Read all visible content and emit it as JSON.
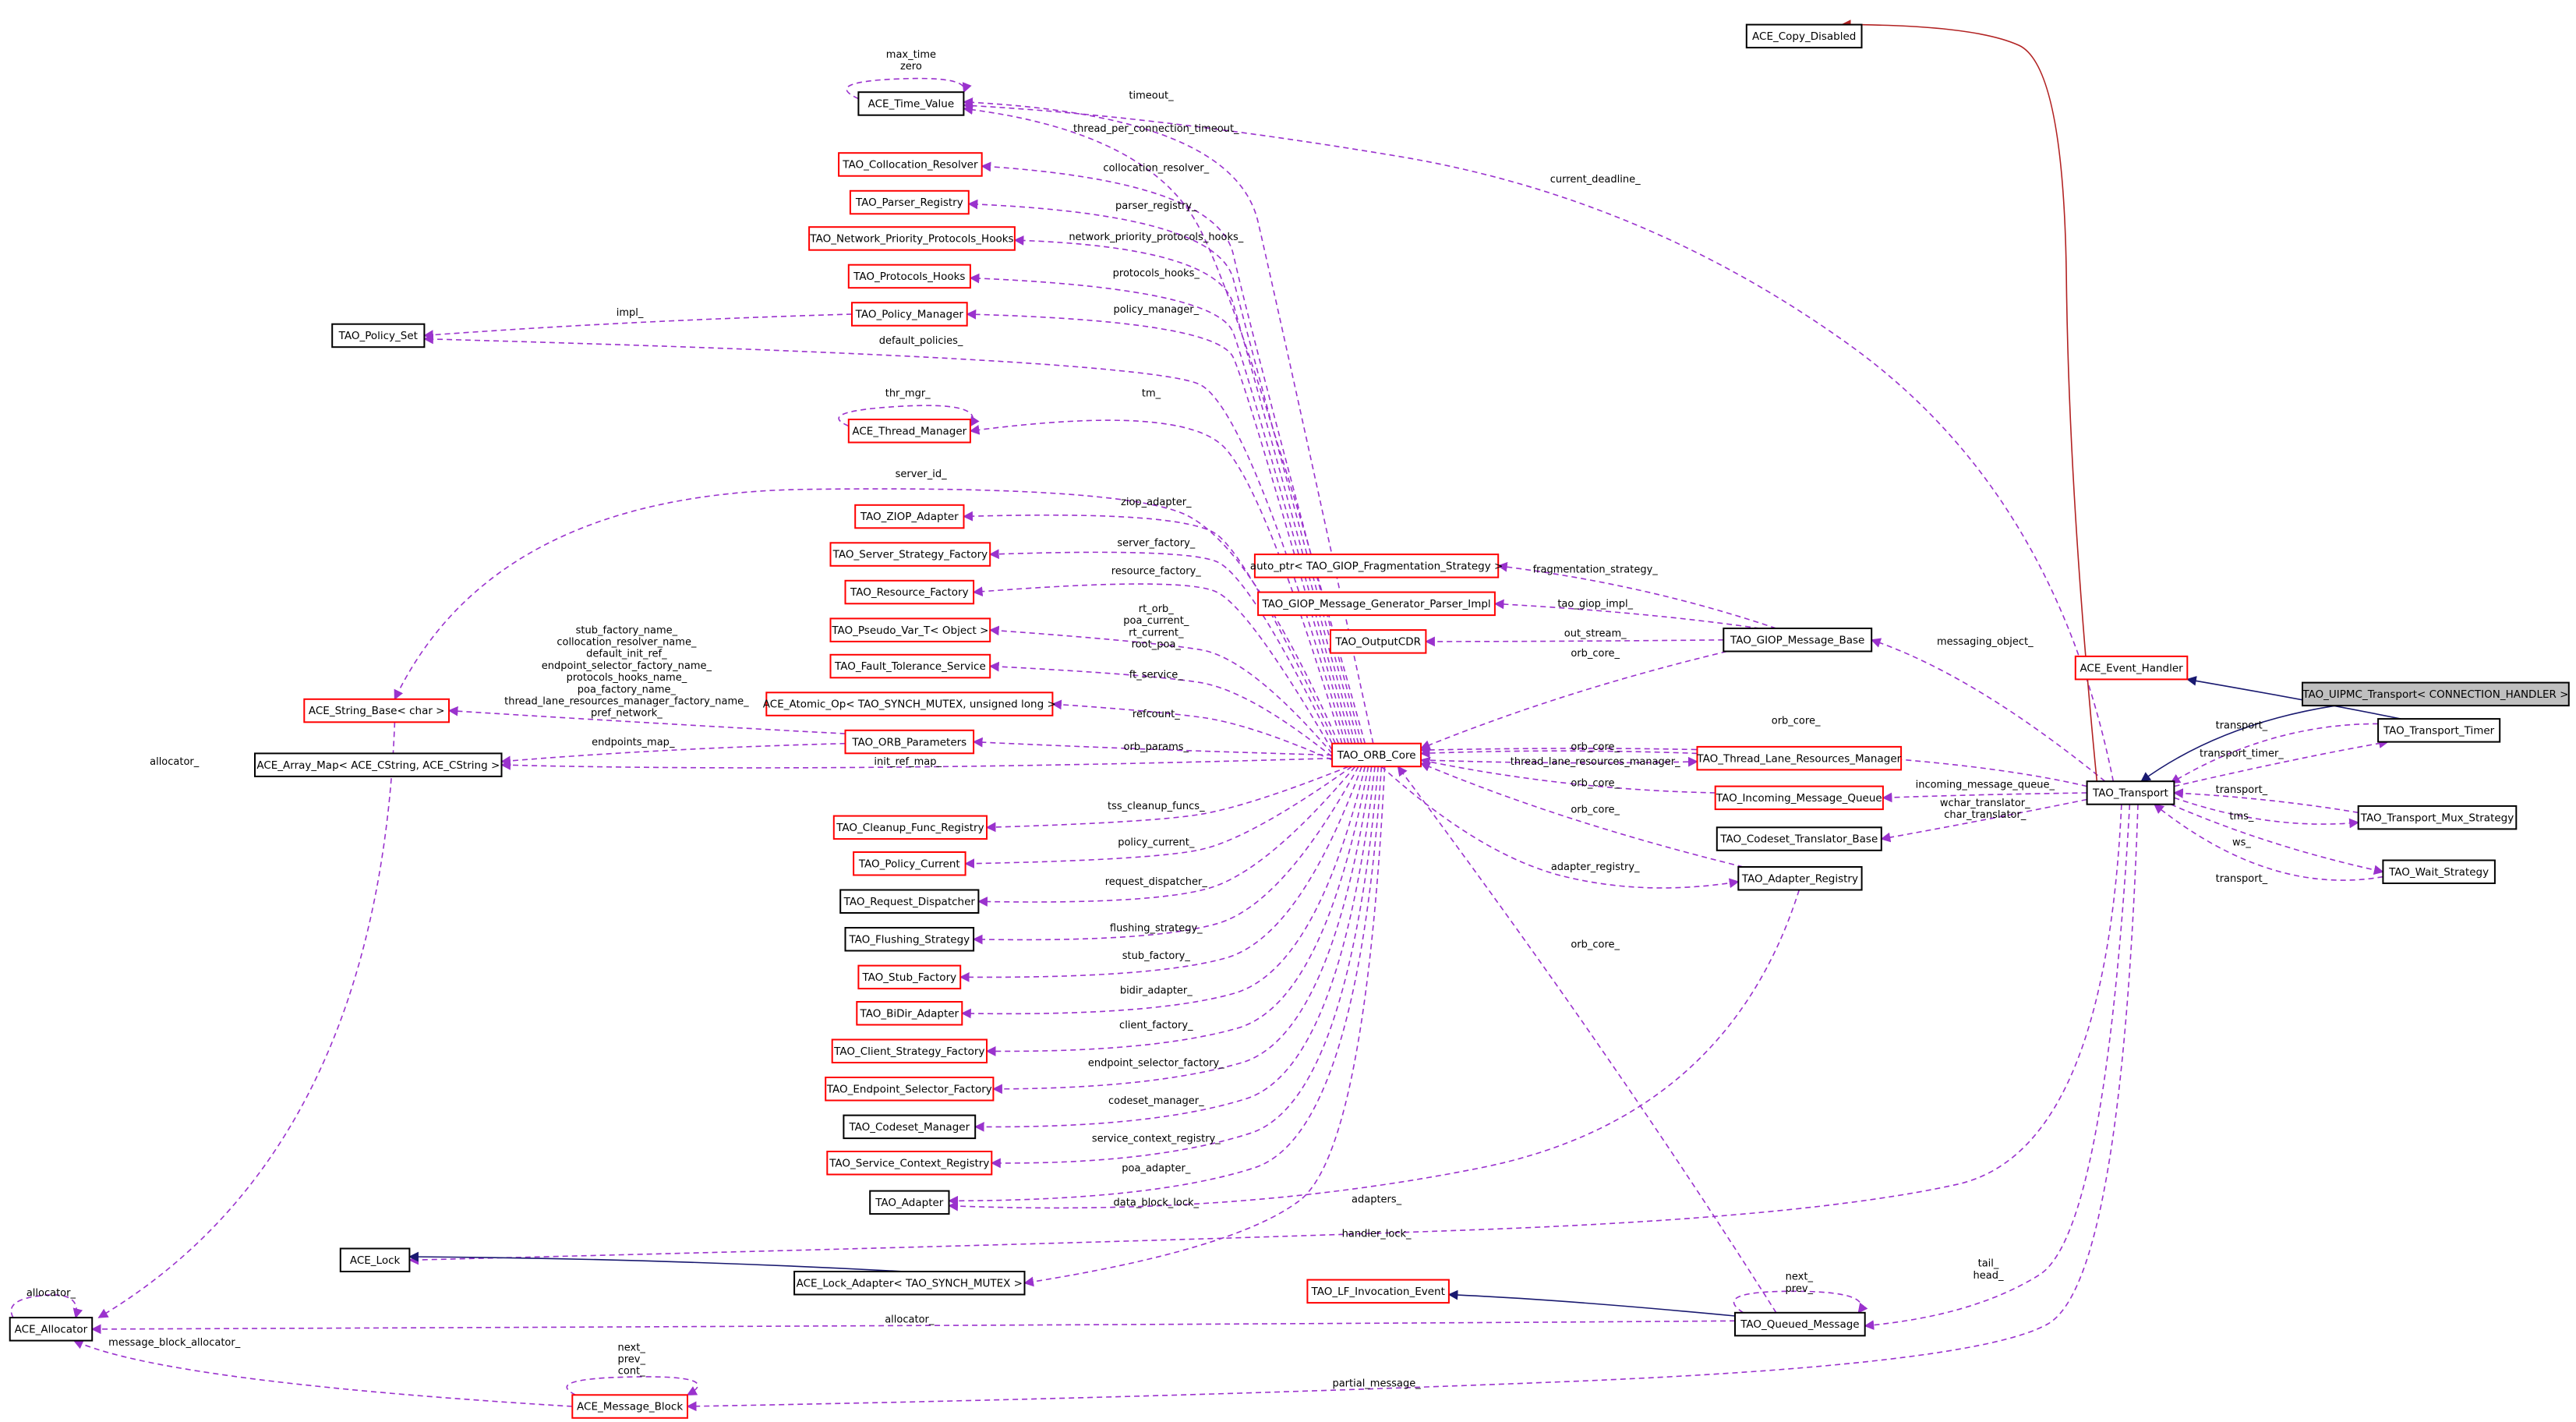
{
  "colors": {
    "usage_edge": "#9a32cd",
    "inherit_edge": "#191970",
    "copy_edge": "#b22222",
    "node_border_red": "#ff0000",
    "node_border_black": "#000000",
    "node_fill": "#ffffff",
    "highlight_fill": "#bfbfbf"
  },
  "nodes": [
    {
      "id": "ace_copy_disabled",
      "label": "ACE_Copy_Disabled",
      "border": "black"
    },
    {
      "id": "ace_time_value",
      "label": "ACE_Time_Value",
      "border": "black"
    },
    {
      "id": "tao_collocation_resolver",
      "label": "TAO_Collocation_Resolver",
      "border": "red"
    },
    {
      "id": "tao_parser_registry",
      "label": "TAO_Parser_Registry",
      "border": "red"
    },
    {
      "id": "tao_network_priority",
      "label": "TAO_Network_Priority_Protocols_Hooks",
      "border": "red"
    },
    {
      "id": "tao_protocols_hooks",
      "label": "TAO_Protocols_Hooks",
      "border": "red"
    },
    {
      "id": "tao_policy_manager",
      "label": "TAO_Policy_Manager",
      "border": "red"
    },
    {
      "id": "tao_policy_set",
      "label": "TAO_Policy_Set",
      "border": "black"
    },
    {
      "id": "ace_thread_manager",
      "label": "ACE_Thread_Manager",
      "border": "red"
    },
    {
      "id": "tao_ziop_adapter",
      "label": "TAO_ZIOP_Adapter",
      "border": "red"
    },
    {
      "id": "tao_server_strategy_factory",
      "label": "TAO_Server_Strategy_Factory",
      "border": "red"
    },
    {
      "id": "tao_resource_factory",
      "label": "TAO_Resource_Factory",
      "border": "red"
    },
    {
      "id": "tao_pseudo_var",
      "label": "TAO_Pseudo_Var_T< Object >",
      "border": "red"
    },
    {
      "id": "tao_fault_tolerance",
      "label": "TAO_Fault_Tolerance_Service",
      "border": "red"
    },
    {
      "id": "ace_atomic_op",
      "label": "ACE_Atomic_Op< TAO_SYNCH_MUTEX, unsigned long >",
      "border": "red"
    },
    {
      "id": "ace_string_base",
      "label": "ACE_String_Base< char >",
      "border": "red"
    },
    {
      "id": "tao_orb_parameters",
      "label": "TAO_ORB_Parameters",
      "border": "red"
    },
    {
      "id": "ace_array_map",
      "label": "ACE_Array_Map< ACE_CString, ACE_CString >",
      "border": "black"
    },
    {
      "id": "tao_cleanup_func_registry",
      "label": "TAO_Cleanup_Func_Registry",
      "border": "red"
    },
    {
      "id": "tao_policy_current",
      "label": "TAO_Policy_Current",
      "border": "red"
    },
    {
      "id": "tao_request_dispatcher",
      "label": "TAO_Request_Dispatcher",
      "border": "black"
    },
    {
      "id": "tao_flushing_strategy",
      "label": "TAO_Flushing_Strategy",
      "border": "black"
    },
    {
      "id": "tao_stub_factory",
      "label": "TAO_Stub_Factory",
      "border": "red"
    },
    {
      "id": "tao_bidir_adapter",
      "label": "TAO_BiDir_Adapter",
      "border": "red"
    },
    {
      "id": "tao_client_strategy_factory",
      "label": "TAO_Client_Strategy_Factory",
      "border": "red"
    },
    {
      "id": "tao_endpoint_selector_factory",
      "label": "TAO_Endpoint_Selector_Factory",
      "border": "red"
    },
    {
      "id": "tao_codeset_manager",
      "label": "TAO_Codeset_Manager",
      "border": "black"
    },
    {
      "id": "tao_service_context_registry",
      "label": "TAO_Service_Context_Registry",
      "border": "red"
    },
    {
      "id": "tao_adapter",
      "label": "TAO_Adapter",
      "border": "black"
    },
    {
      "id": "ace_lock",
      "label": "ACE_Lock",
      "border": "black"
    },
    {
      "id": "ace_lock_adapter",
      "label": "ACE_Lock_Adapter< TAO_SYNCH_MUTEX >",
      "border": "black"
    },
    {
      "id": "ace_allocator",
      "label": "ACE_Allocator",
      "border": "black"
    },
    {
      "id": "ace_message_block",
      "label": "ACE_Message_Block",
      "border": "red"
    },
    {
      "id": "auto_ptr_frag",
      "label": "auto_ptr< TAO_GIOP_Fragmentation_Strategy >",
      "border": "red"
    },
    {
      "id": "tao_giop_msg_gen",
      "label": "TAO_GIOP_Message_Generator_Parser_Impl",
      "border": "red"
    },
    {
      "id": "tao_outputcdr",
      "label": "TAO_OutputCDR",
      "border": "red"
    },
    {
      "id": "tao_orb_core",
      "label": "TAO_ORB_Core",
      "border": "red"
    },
    {
      "id": "tao_giop_message_base",
      "label": "TAO_GIOP_Message_Base",
      "border": "black"
    },
    {
      "id": "tao_thread_lane",
      "label": "TAO_Thread_Lane_Resources_Manager",
      "border": "red"
    },
    {
      "id": "tao_incoming_queue",
      "label": "TAO_Incoming_Message_Queue",
      "border": "red"
    },
    {
      "id": "tao_codeset_translator",
      "label": "TAO_Codeset_Translator_Base",
      "border": "black"
    },
    {
      "id": "tao_adapter_registry",
      "label": "TAO_Adapter_Registry",
      "border": "black"
    },
    {
      "id": "tao_lf_invocation_event",
      "label": "TAO_LF_Invocation_Event",
      "border": "red"
    },
    {
      "id": "tao_queued_message",
      "label": "TAO_Queued_Message",
      "border": "black"
    },
    {
      "id": "ace_event_handler",
      "label": "ACE_Event_Handler",
      "border": "red"
    },
    {
      "id": "tao_uipmc_transport",
      "label": "TAO_UIPMC_Transport< CONNECTION_HANDLER >",
      "border": "black",
      "highlight": true
    },
    {
      "id": "tao_transport_timer",
      "label": "TAO_Transport_Timer",
      "border": "black"
    },
    {
      "id": "tao_transport",
      "label": "TAO_Transport",
      "border": "black"
    },
    {
      "id": "tao_transport_mux_strategy",
      "label": "TAO_Transport_Mux_Strategy",
      "border": "black"
    },
    {
      "id": "tao_wait_strategy",
      "label": "TAO_Wait_Strategy",
      "border": "black"
    }
  ],
  "edge_labels": [
    "max_time\nzero",
    "timeout_",
    "thread_per_connection_timeout_",
    "collocation_resolver_",
    "parser_registry_",
    "network_priority_protocols_hooks_",
    "protocols_hooks_",
    "policy_manager_",
    "impl_",
    "default_policies_",
    "thr_mgr_",
    "tm_",
    "server_id_",
    "ziop_adapter_",
    "server_factory_",
    "resource_factory_",
    "rt_orb_\npoa_current_\nrt_current_\nroot_poa_",
    "ft_service_",
    "refcount_",
    "stub_factory_name_\ncollocation_resolver_name_\ndefault_init_ref_\nendpoint_selector_factory_name_\nprotocols_hooks_name_\npoa_factory_name_\nthread_lane_resources_manager_factory_name_\npref_network_",
    "endpoints_map_",
    "orb_params_",
    "init_ref_map_",
    "tss_cleanup_funcs_",
    "policy_current_",
    "request_dispatcher_",
    "flushing_strategy_",
    "stub_factory_",
    "bidir_adapter_",
    "client_factory_",
    "endpoint_selector_factory_",
    "codeset_manager_",
    "service_context_registry_",
    "poa_adapter_",
    "data_block_lock_",
    "adapters_",
    "handler_lock_",
    "allocator_",
    "allocator_",
    "allocator_",
    "message_block_allocator_",
    "next_\nprev_\ncont_",
    "partial_message_",
    "current_deadline_",
    "fragmentation_strategy_",
    "tao_giop_impl_",
    "out_stream_",
    "orb_core_",
    "orb_core_",
    "orb_core_",
    "thread_lane_resources_manager_",
    "orb_core_",
    "orb_core_",
    "adapter_registry_",
    "orb_core_",
    "messaging_object_",
    "incoming_message_queue_",
    "wchar_translator_\nchar_translator_",
    "next_\nprev_",
    "tail_\nhead_",
    "transport_",
    "transport_timer_",
    "transport_",
    "tms_",
    "ws_",
    "transport_"
  ]
}
